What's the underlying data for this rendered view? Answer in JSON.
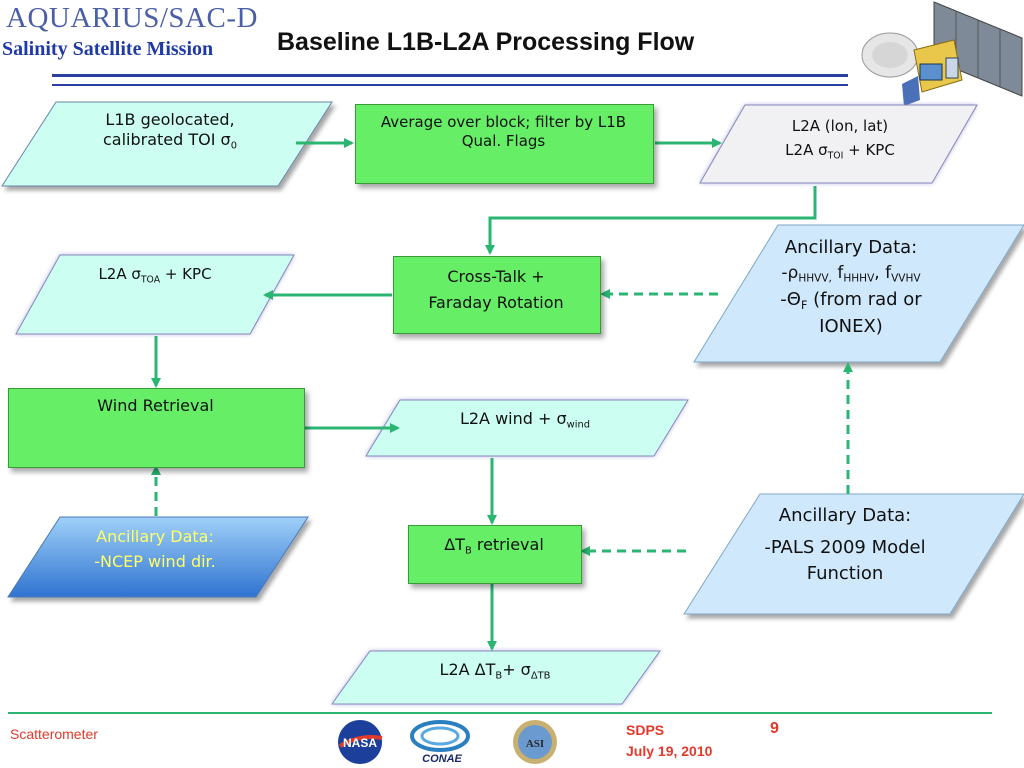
{
  "header": {
    "logo_text": "AQUARIUS/SAC-D",
    "logo_subtitle": "Salinity Satellite Mission",
    "title": "Baseline L1B-L2A Processing Flow"
  },
  "nodes": {
    "l1b": {
      "line1": "L1B geolocated,",
      "line2_text": "calibrated TOI σ",
      "line2_sub": "0"
    },
    "average": {
      "line1": "Average over block; filter by L1B",
      "line2": "Qual. Flags"
    },
    "l2a_lonlat": {
      "line1": "L2A (lon, lat)",
      "line2_pre": "L2A σ",
      "line2_sub": "TOI",
      "line2_post": " + KPC"
    },
    "ancillary_hhvv": {
      "title": "Ancillary Data:",
      "l1_pre": "-ρ",
      "l1_sub1": "HHVV,",
      "l1_mid1": " f",
      "l1_sub2": "HHHV",
      "l1_mid2": ", f",
      "l1_sub3": "VVHV",
      "l2_pre": "-Θ",
      "l2_sub": "F",
      "l2_post": " (from rad or",
      "l3": "IONEX)"
    },
    "crosstalk": {
      "line1": "Cross-Talk +",
      "line2": "Faraday Rotation"
    },
    "l2a_toa": {
      "pre": "L2A σ",
      "sub": "TOA",
      "post": " + KPC"
    },
    "wind_retrieval": {
      "label": "Wind Retrieval"
    },
    "l2a_wind": {
      "pre": "L2A wind + σ",
      "sub": "wind"
    },
    "ancillary_ncep": {
      "title": "Ancillary Data:",
      "line2": "-NCEP wind dir."
    },
    "dtb_retrieval": {
      "pre": "ΔT",
      "sub": "B",
      "post": " retrieval"
    },
    "ancillary_pals": {
      "title": "Ancillary Data:",
      "line2": "-PALS 2009 Model",
      "line3": "Function"
    },
    "l2a_dtb": {
      "pre": "L2A ΔT",
      "sub1": "B",
      "mid": "+ σ",
      "sub2": "ΔTB"
    }
  },
  "footer": {
    "left": "Scatterometer",
    "sdps": "SDPS",
    "date": "July 19, 2010",
    "page": "9",
    "logos": [
      "NASA",
      "CONAE",
      "ASI"
    ]
  },
  "colors": {
    "process_fill": "#66ee66",
    "io_fill": "#ccfff2",
    "l2a_fill": "#f1f1f3",
    "ancillary_fill": "#cfe8fb",
    "arrow": "#2bb573",
    "halo": "#6c6ccf",
    "red_text": "#e23a2a",
    "ncep_text": "#ffff66"
  }
}
